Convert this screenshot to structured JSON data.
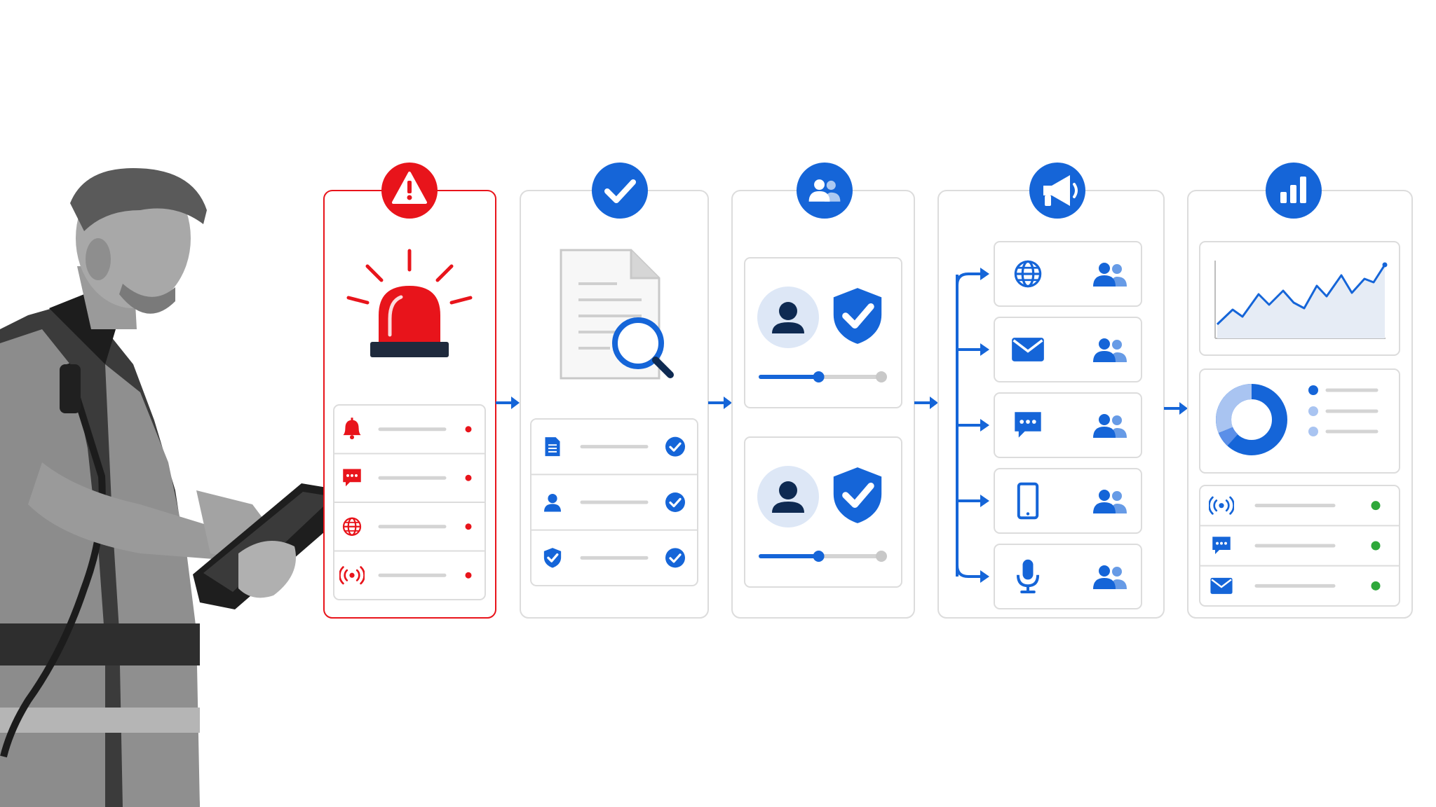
{
  "colors": {
    "alert_red": "#e8141b",
    "primary_blue": "#1565d8",
    "light_blue": "#5b8fe8",
    "pale_blue": "#dde7f6",
    "navy": "#0e2a52",
    "border_gray": "#dcdcdc",
    "line_gray": "#d4d4d4",
    "status_green": "#2ea83a"
  },
  "stages": [
    {
      "id": "alert",
      "badge_icon": "warning-triangle-icon",
      "hero_icon": "siren-icon",
      "rows": [
        {
          "icon": "bell-icon",
          "status": "red-dot"
        },
        {
          "icon": "chat-bubble-icon",
          "status": "red-dot"
        },
        {
          "icon": "globe-icon",
          "status": "red-dot"
        },
        {
          "icon": "broadcast-icon",
          "status": "red-dot"
        }
      ]
    },
    {
      "id": "verify",
      "badge_icon": "checkmark-icon",
      "hero_icon": "document-search-icon",
      "rows": [
        {
          "icon": "document-icon",
          "status": "check-circle"
        },
        {
          "icon": "user-icon",
          "status": "check-circle"
        },
        {
          "icon": "shield-check-icon",
          "status": "check-circle"
        }
      ]
    },
    {
      "id": "authorize",
      "badge_icon": "users-icon",
      "cards": [
        {
          "avatar": "user-avatar-icon",
          "badge": "shield-check-icon",
          "slider": 0.48
        },
        {
          "avatar": "user-avatar-icon",
          "badge": "shield-check-icon",
          "slider": 0.48
        }
      ]
    },
    {
      "id": "broadcast",
      "badge_icon": "megaphone-icon",
      "channels": [
        {
          "icon": "globe-icon",
          "audience": "users-icon"
        },
        {
          "icon": "mail-icon",
          "audience": "users-icon"
        },
        {
          "icon": "chat-bubble-icon",
          "audience": "users-icon"
        },
        {
          "icon": "smartphone-icon",
          "audience": "users-icon"
        },
        {
          "icon": "microphone-icon",
          "audience": "users-icon"
        }
      ]
    },
    {
      "id": "report",
      "badge_icon": "bar-chart-icon",
      "line_chart": "line-chart-icon",
      "donut": "donut-chart-icon",
      "rows": [
        {
          "icon": "broadcast-icon",
          "status": "green-dot"
        },
        {
          "icon": "chat-bubble-icon",
          "status": "green-dot"
        },
        {
          "icon": "mail-icon",
          "status": "green-dot"
        }
      ]
    }
  ],
  "person": {
    "icon": "worker-with-tablet-image"
  }
}
